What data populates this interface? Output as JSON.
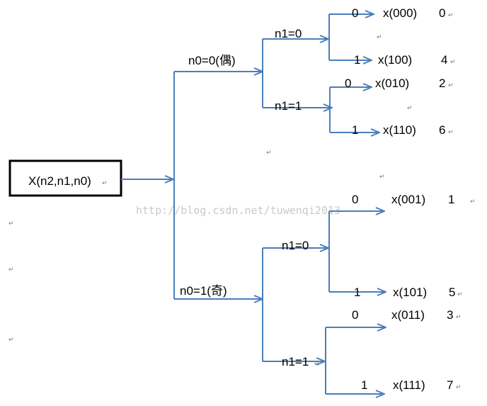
{
  "root_label": "X(n2,n1,n0)",
  "branches": {
    "n0_even": "n0=0(偶)",
    "n0_odd": "n0=1(奇)",
    "n1_a": "n1=0",
    "n1_b": "n1=1",
    "n1_c": "n1=0",
    "n1_d": "n1=1"
  },
  "leaves": [
    {
      "bit": "0",
      "label": "x(000)",
      "index": "0"
    },
    {
      "bit": "1",
      "label": "x(100)",
      "index": "4"
    },
    {
      "bit": "0",
      "label": "x(010)",
      "index": "2"
    },
    {
      "bit": "1",
      "label": "x(110)",
      "index": "6"
    },
    {
      "bit": "0",
      "label": "x(001)",
      "index": "1"
    },
    {
      "bit": "1",
      "label": "x(101)",
      "index": "5"
    },
    {
      "bit": "0",
      "label": "x(011)",
      "index": "3"
    },
    {
      "bit": "1",
      "label": "x(111)",
      "index": "7"
    }
  ],
  "paragraph_mark": "↵",
  "watermark": "http://blog.csdn.net/tuwenqi2013",
  "colors": {
    "wire": "#4a7ebb",
    "box_border": "#000000"
  }
}
